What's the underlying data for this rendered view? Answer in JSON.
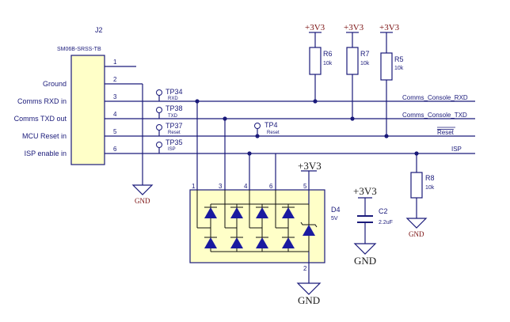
{
  "connector": {
    "ref": "J2",
    "part": "SM06B-SRSS-TB",
    "pins": [
      {
        "num": "1",
        "label": ""
      },
      {
        "num": "2",
        "label": "Ground"
      },
      {
        "num": "3",
        "label": "Comms RXD in"
      },
      {
        "num": "4",
        "label": "Comms TXD out"
      },
      {
        "num": "5",
        "label": "MCU Reset in"
      },
      {
        "num": "6",
        "label": "ISP enable in"
      }
    ]
  },
  "test_points": [
    {
      "ref": "TP34",
      "net": "RXD"
    },
    {
      "ref": "TP38",
      "net": "TXD"
    },
    {
      "ref": "TP37",
      "net": "Reset"
    },
    {
      "ref": "TP35",
      "net": "ISP"
    },
    {
      "ref": "TP4",
      "net": "Reset"
    }
  ],
  "resistors": [
    {
      "ref": "R6",
      "value": "10k",
      "rail": "+3V3"
    },
    {
      "ref": "R7",
      "value": "10k",
      "rail": "+3V3"
    },
    {
      "ref": "R5",
      "value": "10k",
      "rail": "+3V3"
    },
    {
      "ref": "R8",
      "value": "10k"
    }
  ],
  "net_labels": {
    "rxd": "Comms_Console_RXD",
    "txd": "Comms_Console_TXD",
    "reset": "Reset",
    "isp": "ISP"
  },
  "tvs": {
    "ref": "D4",
    "value": "5V",
    "pins": [
      "1",
      "3",
      "4",
      "6",
      "5",
      "2"
    ],
    "rail": "+3V3"
  },
  "capacitor": {
    "ref": "C2",
    "value": "2.2uF",
    "rail": "+3V3"
  },
  "ground_label": "GND",
  "colors": {
    "wire": "#1a1a7a",
    "component_fill": "#ffffc8",
    "diode": "#1a1aa0",
    "power": "#7a1010"
  }
}
